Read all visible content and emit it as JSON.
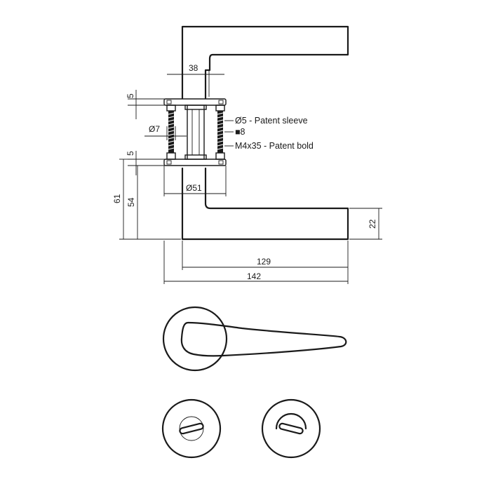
{
  "dimensions": {
    "width_38": "38",
    "gap_5_top": "5",
    "dia_7": "Ø7",
    "dia_5_note": "Ø5 - Patent sleeve",
    "square_8": "■8",
    "screw_note": "M4x35 - Patent bold",
    "gap_5_bottom": "5",
    "dia_51": "Ø51",
    "height_61": "61",
    "height_54": "54",
    "height_22": "22",
    "length_129": "129",
    "length_142": "142"
  }
}
